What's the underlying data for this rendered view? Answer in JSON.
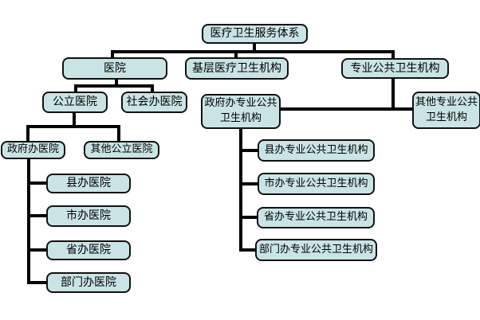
{
  "diagram": {
    "type": "org-chart",
    "title": "医疗卫生服务体系",
    "colors": {
      "node_fill": "#cae4e6",
      "node_border": "#111111",
      "connector": "#000000",
      "background": "#ffffff",
      "text": "#000000"
    },
    "nodes": {
      "root": {
        "label": "医疗卫生服务体系"
      },
      "hospital": {
        "label": "医院"
      },
      "primary_care": {
        "label": "基层医疗卫生机构"
      },
      "pro_public_health": {
        "label": "专业公共卫生机构"
      },
      "public_hospital": {
        "label": "公立医院"
      },
      "social_hospital": {
        "label": "社会办医院"
      },
      "gov_pro_public_health": {
        "label": "政府办专业公共\n卫生机构"
      },
      "other_pro_public_health": {
        "label": "其他专业公共\n卫生机构"
      },
      "gov_hospital": {
        "label": "政府办医院"
      },
      "other_public_hospital": {
        "label": "其他公立医院"
      },
      "county_hospital": {
        "label": "县办医院"
      },
      "city_hospital": {
        "label": "市办医院"
      },
      "province_hospital": {
        "label": "省办医院"
      },
      "department_hospital": {
        "label": "部门办医院"
      },
      "county_pph": {
        "label": "县办专业公共卫生机构"
      },
      "city_pph": {
        "label": "市办专业公共卫生机构"
      },
      "province_pph": {
        "label": "省办专业公共卫生机构"
      },
      "department_pph": {
        "label": "部门办专业公共卫生机构"
      }
    },
    "hierarchy": {
      "root": [
        "hospital",
        "primary_care",
        "pro_public_health"
      ],
      "hospital": [
        "public_hospital",
        "social_hospital"
      ],
      "public_hospital": [
        "gov_hospital",
        "other_public_hospital"
      ],
      "gov_hospital": [
        "county_hospital",
        "city_hospital",
        "province_hospital",
        "department_hospital"
      ],
      "pro_public_health": [
        "gov_pro_public_health",
        "other_pro_public_health"
      ],
      "gov_pro_public_health": [
        "county_pph",
        "city_pph",
        "province_pph",
        "department_pph"
      ]
    }
  }
}
